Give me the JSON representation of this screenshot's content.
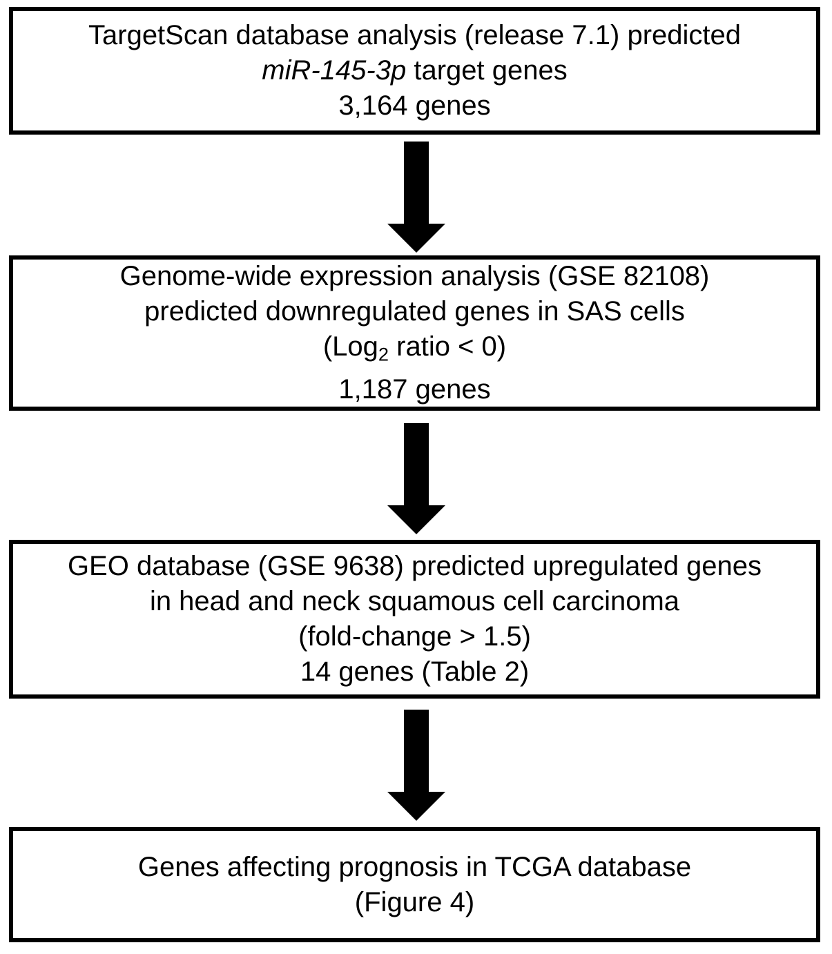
{
  "flowchart": {
    "colors": {
      "background": "#ffffff",
      "box_border": "#000000",
      "text": "#000000",
      "arrow": "#000000"
    },
    "box1": {
      "line1": "TargetScan database analysis (release 7.1) predicted",
      "line2_italic": "miR-145-3p",
      "line2_rest": " target genes",
      "line3": "3,164 genes"
    },
    "box2": {
      "line1": "Genome-wide expression analysis (GSE 82108)",
      "line2": "predicted downregulated genes in SAS cells",
      "line3_prefix": "(Log",
      "line3_sub": "2",
      "line3_suffix": " ratio < 0)",
      "line4": "1,187 genes"
    },
    "box3": {
      "line1": "GEO database (GSE 9638) predicted upregulated genes",
      "line2": "in head and neck squamous cell carcinoma",
      "line3": "(fold-change > 1.5)",
      "line4": "14 genes (Table 2)"
    },
    "box4": {
      "line1": "Genes affecting prognosis in TCGA database",
      "line2": "(Figure 4)"
    }
  }
}
